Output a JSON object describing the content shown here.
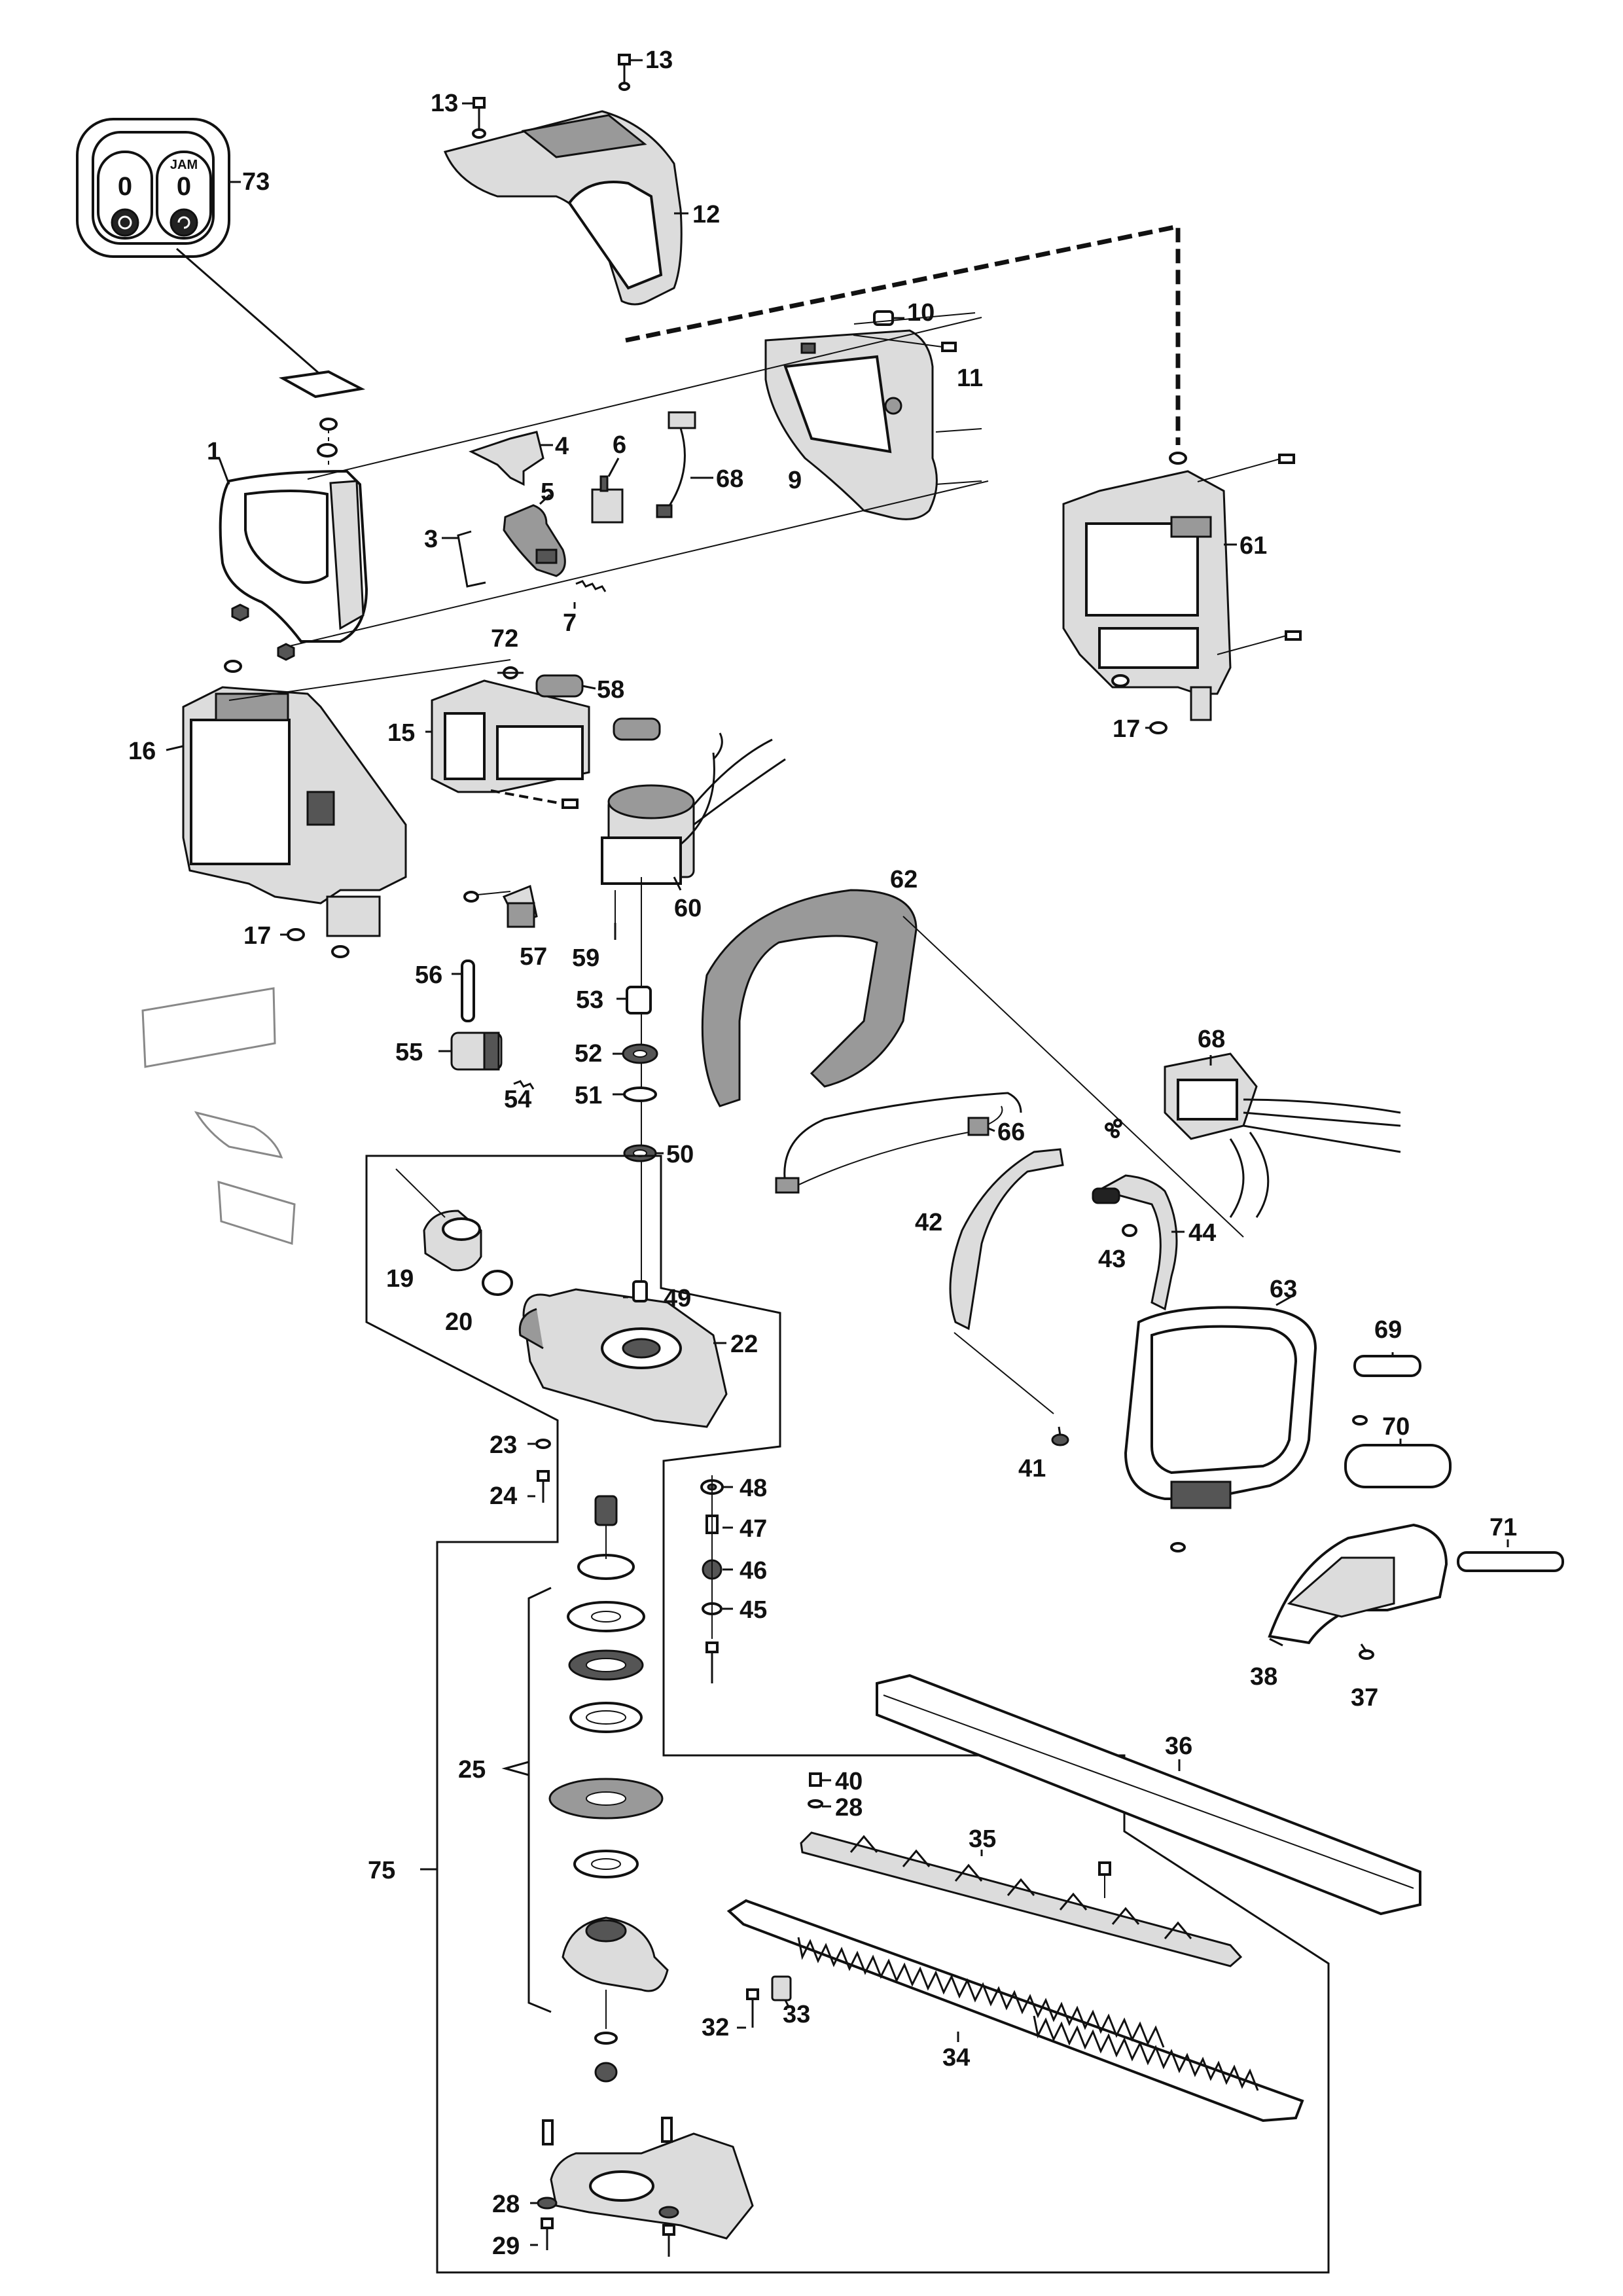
{
  "control_panel": {
    "jam_text": "JAM",
    "button_text": "0"
  },
  "callouts": [
    {
      "id": "c73",
      "label": "73"
    },
    {
      "id": "c13a",
      "label": "13"
    },
    {
      "id": "c13b",
      "label": "13"
    },
    {
      "id": "c12",
      "label": "12"
    },
    {
      "id": "c10",
      "label": "10"
    },
    {
      "id": "c11",
      "label": "11"
    },
    {
      "id": "c1",
      "label": "1"
    },
    {
      "id": "c4",
      "label": "4"
    },
    {
      "id": "c6",
      "label": "6"
    },
    {
      "id": "c68a",
      "label": "68"
    },
    {
      "id": "c9",
      "label": "9"
    },
    {
      "id": "c5",
      "label": "5"
    },
    {
      "id": "c3",
      "label": "3"
    },
    {
      "id": "c7",
      "label": "7"
    },
    {
      "id": "c61",
      "label": "61"
    },
    {
      "id": "c72",
      "label": "72"
    },
    {
      "id": "c58",
      "label": "58"
    },
    {
      "id": "c15",
      "label": "15"
    },
    {
      "id": "c16",
      "label": "16"
    },
    {
      "id": "c17a",
      "label": "17"
    },
    {
      "id": "c17b",
      "label": "17"
    },
    {
      "id": "c60",
      "label": "60"
    },
    {
      "id": "c57",
      "label": "57"
    },
    {
      "id": "c59",
      "label": "59"
    },
    {
      "id": "c62",
      "label": "62"
    },
    {
      "id": "c56",
      "label": "56"
    },
    {
      "id": "c53",
      "label": "53"
    },
    {
      "id": "c55",
      "label": "55"
    },
    {
      "id": "c52",
      "label": "52"
    },
    {
      "id": "c51",
      "label": "51"
    },
    {
      "id": "c54",
      "label": "54"
    },
    {
      "id": "c68b",
      "label": "68"
    },
    {
      "id": "c66",
      "label": "66"
    },
    {
      "id": "c50",
      "label": "50"
    },
    {
      "id": "c42",
      "label": "42"
    },
    {
      "id": "c43",
      "label": "43"
    },
    {
      "id": "c44",
      "label": "44"
    },
    {
      "id": "c19",
      "label": "19"
    },
    {
      "id": "c49",
      "label": "49"
    },
    {
      "id": "c20",
      "label": "20"
    },
    {
      "id": "c22",
      "label": "22"
    },
    {
      "id": "c63",
      "label": "63"
    },
    {
      "id": "c69",
      "label": "69"
    },
    {
      "id": "c70",
      "label": "70"
    },
    {
      "id": "c23",
      "label": "23"
    },
    {
      "id": "c41",
      "label": "41"
    },
    {
      "id": "c48",
      "label": "48"
    },
    {
      "id": "c24",
      "label": "24"
    },
    {
      "id": "c47",
      "label": "47"
    },
    {
      "id": "c71",
      "label": "71"
    },
    {
      "id": "c46",
      "label": "46"
    },
    {
      "id": "c45",
      "label": "45"
    },
    {
      "id": "c38",
      "label": "38"
    },
    {
      "id": "c37",
      "label": "37"
    },
    {
      "id": "c25",
      "label": "25"
    },
    {
      "id": "c36",
      "label": "36"
    },
    {
      "id": "c40",
      "label": "40"
    },
    {
      "id": "c28a",
      "label": "28"
    },
    {
      "id": "c75",
      "label": "75"
    },
    {
      "id": "c35",
      "label": "35"
    },
    {
      "id": "c32",
      "label": "32"
    },
    {
      "id": "c33",
      "label": "33"
    },
    {
      "id": "c34",
      "label": "34"
    },
    {
      "id": "c28b",
      "label": "28"
    },
    {
      "id": "c29",
      "label": "29"
    }
  ]
}
